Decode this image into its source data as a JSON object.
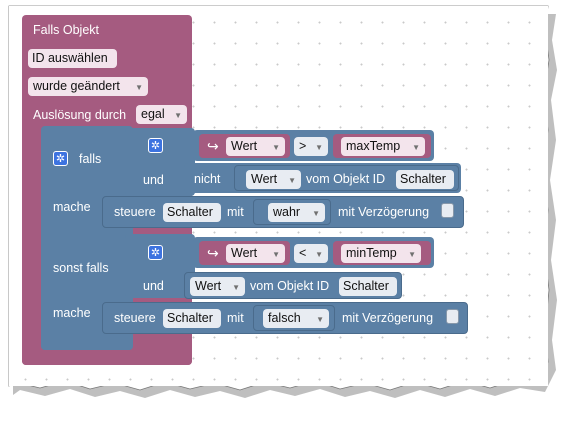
{
  "trigger": {
    "title": "Falls Objekt",
    "id_button": "ID auswählen",
    "event_dropdown": "wurde geändert",
    "ausloesung_label": "Auslösung durch",
    "ausloesung_value": "egal"
  },
  "if_block": {
    "falls_label": "falls",
    "mache_label": "mache",
    "sonst_falls_label": "sonst falls",
    "mache2_label": "mache"
  },
  "condition1": {
    "value_dropdown": "Wert",
    "operator": ">",
    "variable": "maxTemp",
    "und_label": "und",
    "nicht_label": "nicht",
    "inner_value": "Wert",
    "vom_objekt_label": "vom Objekt ID",
    "object_id": "Schalter"
  },
  "action1": {
    "steuere_label": "steuere",
    "object_id": "Schalter",
    "mit_label": "mit",
    "value": "wahr",
    "verzoegerung_label": "mit Verzögerung"
  },
  "condition2": {
    "value_dropdown": "Wert",
    "operator": "<",
    "variable": "minTemp",
    "und_label": "und",
    "inner_value": "Wert",
    "vom_objekt_label": "vom Objekt ID",
    "object_id": "Schalter"
  },
  "action2": {
    "steuere_label": "steuere",
    "object_id": "Schalter",
    "mit_label": "mit",
    "value": "falsch",
    "verzoegerung_label": "mit Verzögerung"
  },
  "icons": {
    "dropdown": "triangle-down-icon",
    "mutator": "gear-icon",
    "return": "return-arrow-icon"
  },
  "colors": {
    "trigger": "#a55b80",
    "logic": "#5b80a5",
    "value_pink": "#a55b80",
    "canvas": "#ffffff"
  }
}
